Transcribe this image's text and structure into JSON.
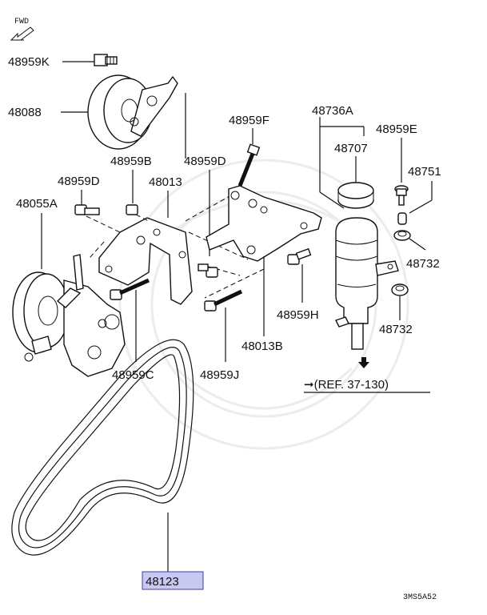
{
  "fwd_label": "FWD",
  "labels": {
    "l48959K": "48959K",
    "l48088": "48088",
    "l48959F": "48959F",
    "l48736A": "48736A",
    "l48707": "48707",
    "l48959E": "48959E",
    "l48751": "48751",
    "l48959B": "48959B",
    "l48959D_a": "48959D",
    "l48013": "48013",
    "l48959D_b": "48959D",
    "l48055A": "48055A",
    "l48732_a": "48732",
    "l48959H": "48959H",
    "l48732_b": "48732",
    "l48013B": "48013B",
    "l48959C": "48959C",
    "l48959J": "48959J",
    "l48123": "48123"
  },
  "ref_text": "➞(REF. 37-130)",
  "diagram_code": "3MS5A52",
  "highlight_color": "#c8c8f0"
}
